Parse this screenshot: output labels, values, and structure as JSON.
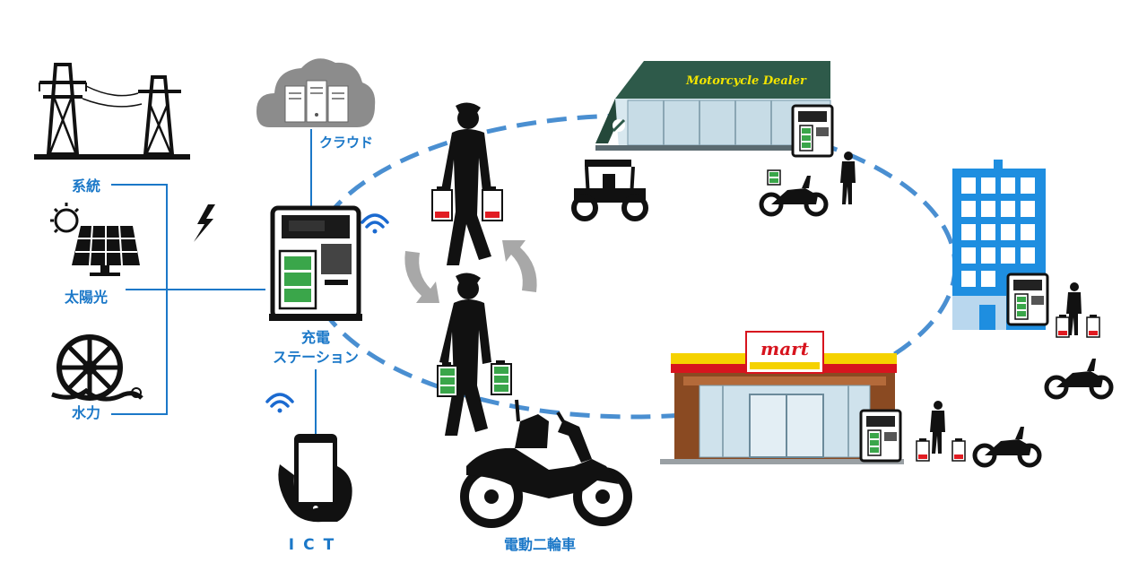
{
  "labels": {
    "grid": "系統",
    "solar": "太陽光",
    "hydro": "水力",
    "cloud": "クラウド",
    "station_line1": "充電",
    "station_line2": "ステーション",
    "ict": "ICT",
    "scooter": "電動二輪車"
  },
  "signs": {
    "dealer": "Motorcycle Dealer",
    "mart": "mart"
  },
  "colors": {
    "accent_blue": "#1b78c8",
    "loop_dashed": "#4a8fd1",
    "battery_green": "#3aa64a",
    "battery_red": "#e11c22",
    "dealer_green": "#2e5a4a",
    "mart_red": "#d7141e",
    "mart_yellow": "#f5d200",
    "building_blue": "#1e8ee0",
    "swap_arrow_gray": "#a8a8a8"
  },
  "icons": [
    "power-tower-icon",
    "solar-panel-icon",
    "water-wheel-icon",
    "lightning-icon",
    "cloud-server-icon",
    "charging-station-icon",
    "wifi-icon",
    "smartphone-icon",
    "person-carrying-batteries-icon",
    "swap-arrows-icon",
    "electric-scooter-icon",
    "motorcycle-dealer-icon",
    "office-building-icon",
    "convenience-store-icon",
    "utv-icon"
  ]
}
